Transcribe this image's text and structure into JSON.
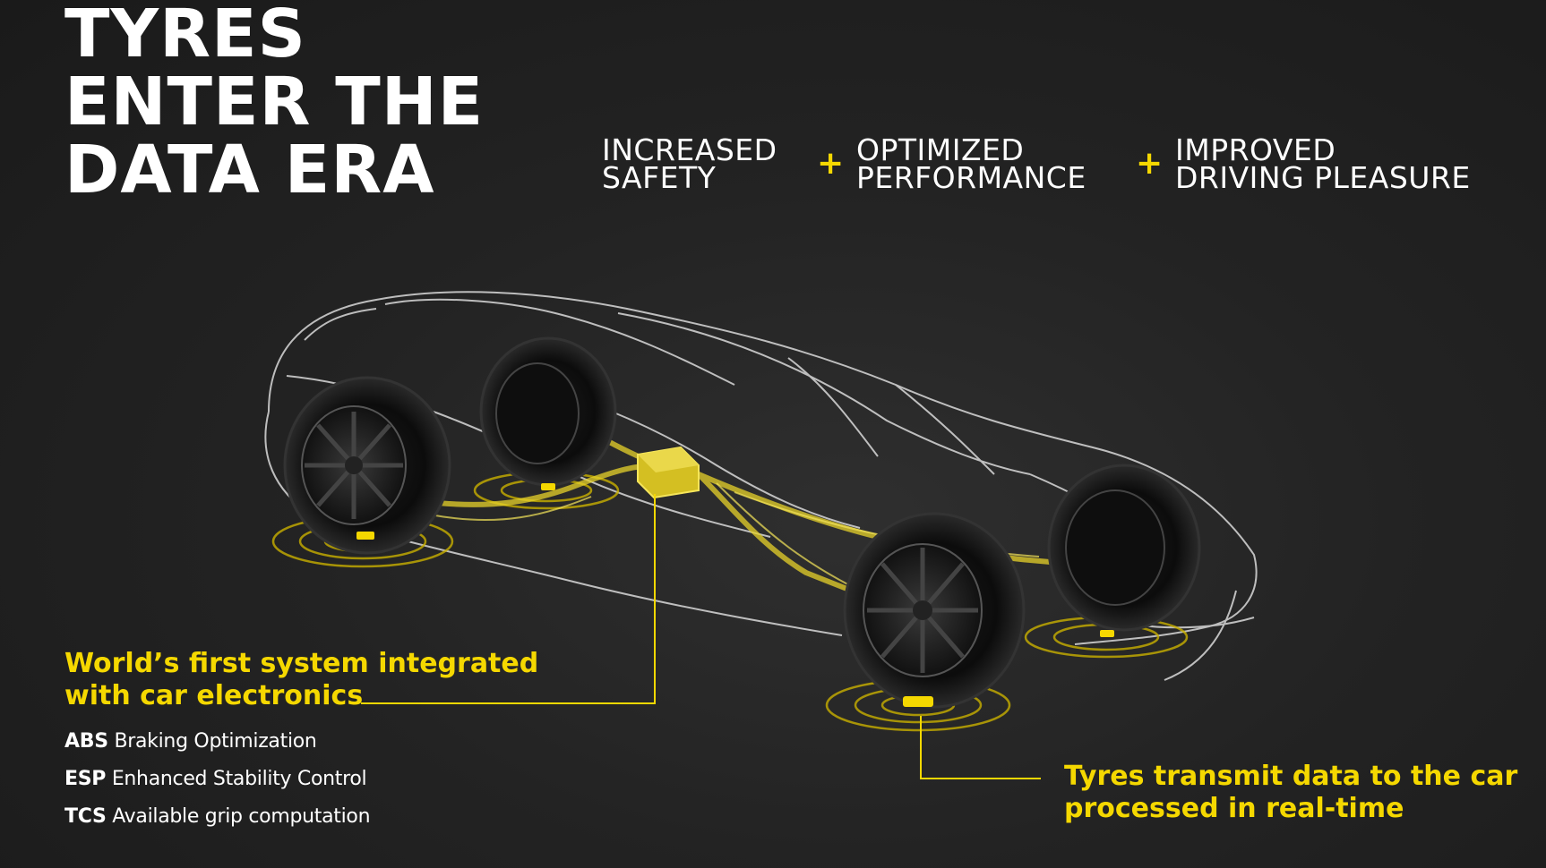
{
  "headline": [
    "TYRES",
    "ENTER THE",
    "DATA ERA"
  ],
  "benefits": [
    {
      "line1": "INCREASED",
      "line2": "SAFETY"
    },
    {
      "line1": "OPTIMIZED",
      "line2": "PERFORMANCE"
    },
    {
      "line1": "IMPROVED",
      "line2": "DRIVING PLEASURE"
    }
  ],
  "separator": "+",
  "callout_left": {
    "title": [
      "World’s first system integrated",
      "with car electronics"
    ],
    "systems": [
      {
        "abbr": "ABS",
        "desc": "Braking Optimization"
      },
      {
        "abbr": "ESP",
        "desc": "Enhanced Stability Control"
      },
      {
        "abbr": "TCS",
        "desc": "Available grip computation"
      }
    ]
  },
  "callout_right": {
    "title": [
      "Tyres transmit data to the car",
      "processed in real-time"
    ]
  },
  "colors": {
    "accent": "#f5d800",
    "background": "#232323",
    "text": "#ffffff",
    "outline": "#d9d9d9"
  }
}
